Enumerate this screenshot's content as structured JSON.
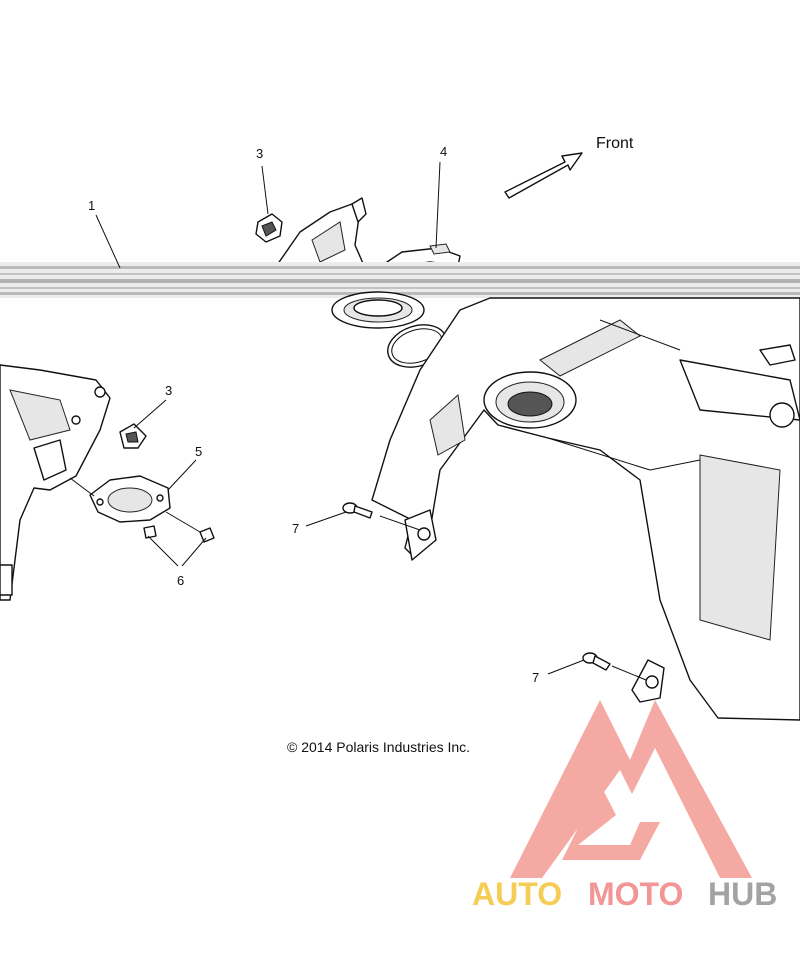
{
  "diagram": {
    "direction_label": "Front",
    "copyright": "© 2014 Polaris Industries Inc.",
    "callouts": [
      "1",
      "3",
      "4",
      "3",
      "5",
      "6",
      "7",
      "7"
    ]
  },
  "watermark": {
    "part1": "AUTO",
    "part2": "MOTO",
    "part3": "HUB",
    "colors": {
      "auto": "#f5c842",
      "moto": "#f08a8a",
      "hub": "#9a9a9a",
      "mark": "#f4a09a"
    }
  }
}
